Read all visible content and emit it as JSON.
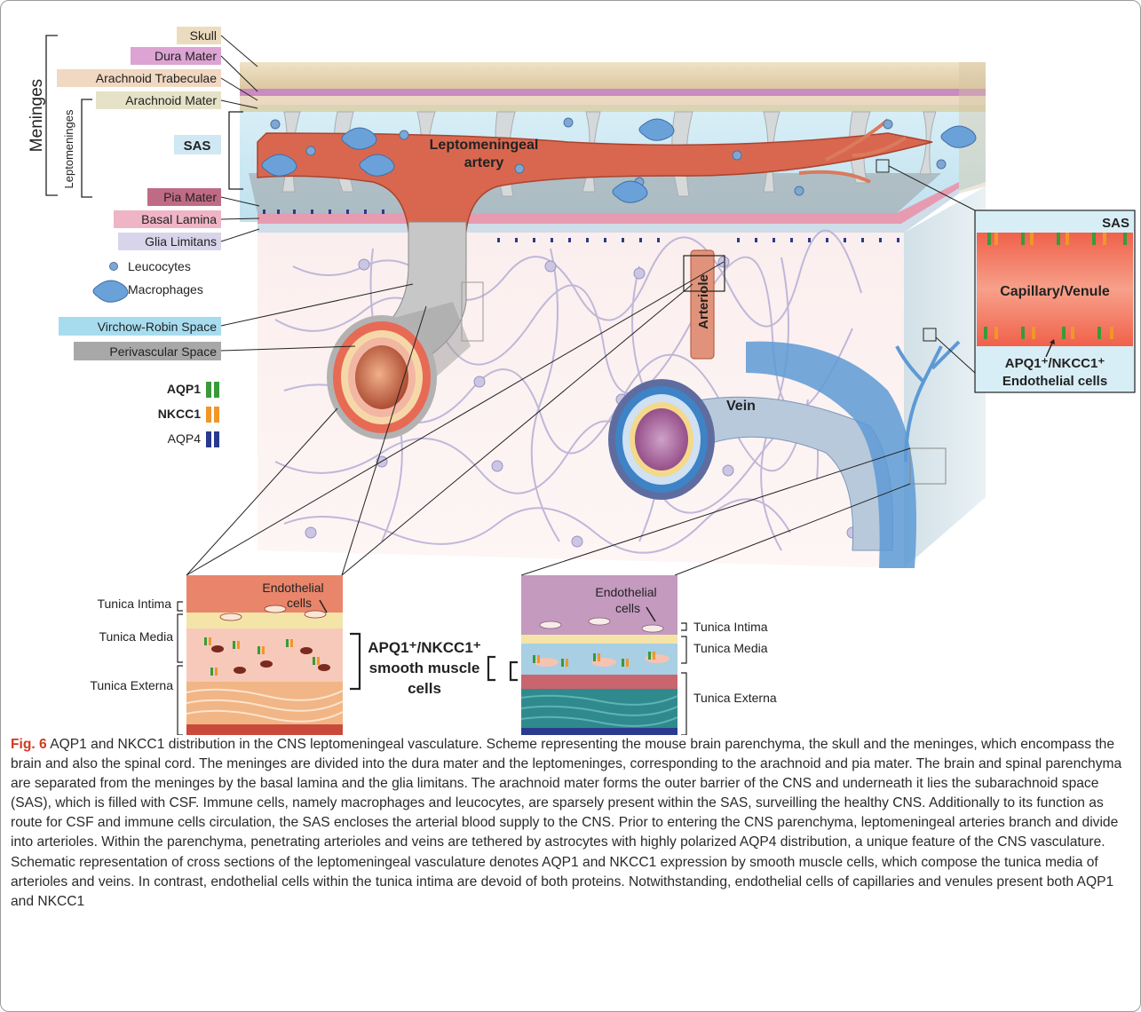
{
  "labels": {
    "skull": "Skull",
    "dura": "Dura Mater",
    "trabeculae": "Arachnoid Trabeculae",
    "arachnoid": "Arachnoid Mater",
    "sas": "SAS",
    "pia": "Pia Mater",
    "basal": "Basal Lamina",
    "glia": "Glia Limitans",
    "meninges": "Meninges",
    "leptomeninges": "Leptomeninges",
    "leucocytes": "Leucocytes",
    "macrophages": "Macrophages",
    "virchow": "Virchow-Robin Space",
    "perivascular": "Perivascular Space",
    "aqp1": "AQP1",
    "nkcc1": "NKCC1",
    "aqp4": "AQP4"
  },
  "diagram": {
    "artery_line1": "Leptomeningeal",
    "artery_line2": "artery",
    "arteriole": "Arteriole",
    "vein": "Vein"
  },
  "inset": {
    "sas": "SAS",
    "vessel": "Capillary/Venule",
    "cells_line1": "APQ1⁺/NKCC1⁺",
    "cells_line2": "Endothelial cells"
  },
  "left_section": {
    "endo_line1": "Endothelial",
    "endo_line2": "cells",
    "intima": "Tunica Intima",
    "media": "Tunica Media",
    "externa": "Tunica Externa"
  },
  "right_section": {
    "endo_line1": "Endothelial",
    "endo_line2": "cells",
    "intima": "Tunica Intima",
    "media": "Tunica Media",
    "externa": "Tunica Externa"
  },
  "center_label": {
    "line1": "APQ1⁺/NKCC1⁺",
    "line2": "smooth muscle",
    "line3": "cells"
  },
  "caption": {
    "fig": "Fig. 6",
    "text": "AQP1 and NKCC1 distribution in the CNS leptomeningeal vasculature. Scheme representing the mouse brain parenchyma, the skull and the meninges, which encompass the brain and also the spinal cord. The meninges are divided into the dura mater and the leptomeninges, corresponding to the arachnoid and pia mater. The brain and spinal parenchyma are separated from the meninges by the basal lamina and the glia limitans. The arachnoid mater forms the outer barrier of the CNS and underneath it lies the subarachnoid space (SAS), which is filled with CSF. Immune cells, namely macrophages and leucocytes, are sparsely present within the SAS, surveilling the healthy CNS. Additionally to its function as route for CSF and immune cells circulation, the SAS encloses the arterial blood supply to the CNS. Prior to entering the CNS parenchyma, leptomeningeal arteries branch and divide into arterioles. Within the parenchyma, penetrating arterioles and veins are tethered by astrocytes with highly polarized AQP4 distribution, a unique feature of the CNS vasculature. Schematic representation of cross sections of the leptomeningeal vasculature denotes AQP1 and NKCC1 expression by smooth muscle cells, which compose the tunica media of arterioles and veins. In contrast, endothelial cells within the tunica intima are devoid of both proteins. Notwithstanding, endothelial cells of capillaries and venules present both AQP1 and NKCC1"
  },
  "colors": {
    "aqp1": "#3a9a3a",
    "nkcc1": "#f0962a",
    "aqp4": "#2a3a8c",
    "artery": "#d9604a",
    "vein": "#3f7fc4",
    "fig_label": "#d23a23"
  }
}
